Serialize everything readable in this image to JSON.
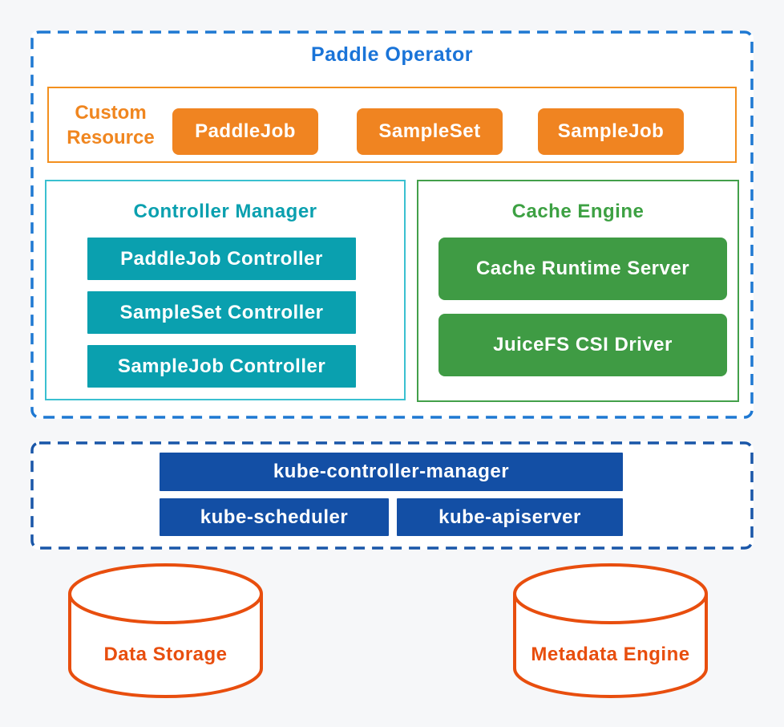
{
  "colors": {
    "page_background": "#f6f7f9",
    "operator_dash_blue": "#1e78d2",
    "operator_title_blue": "#1a74d8",
    "custom_resource_orange": "#f0861f",
    "orange_node_fill": "#f08421",
    "controller_manager_teal": "#0aa0af",
    "controller_box_border": "#3ac0d0",
    "cache_engine_green": "#3f9b44",
    "kubernetes_dash_blue": "#1956a8",
    "kube_node_fill": "#134fa5",
    "cylinder_orange": "#e84e0e"
  },
  "paddle_operator": {
    "title": "Paddle Operator",
    "custom_resource": {
      "label": "Custom Resource",
      "buttons": [
        {
          "label": "PaddleJob"
        },
        {
          "label": "SampleSet"
        },
        {
          "label": "SampleJob"
        }
      ]
    },
    "controller_manager": {
      "title": "Controller Manager",
      "buttons": [
        {
          "label": "PaddleJob Controller"
        },
        {
          "label": "SampleSet Controller"
        },
        {
          "label": "SampleJob Controller"
        }
      ]
    },
    "cache_engine": {
      "title": "Cache Engine",
      "buttons": [
        {
          "label": "Cache Runtime Server"
        },
        {
          "label": "JuiceFS CSI Driver"
        }
      ]
    }
  },
  "kubernetes": {
    "buttons": [
      {
        "label": "kube-controller-manager"
      },
      {
        "label": "kube-scheduler"
      },
      {
        "label": "kube-apiserver"
      }
    ]
  },
  "storage": {
    "cylinders": [
      {
        "label": "Data Storage"
      },
      {
        "label": "Metadata Engine"
      }
    ]
  }
}
